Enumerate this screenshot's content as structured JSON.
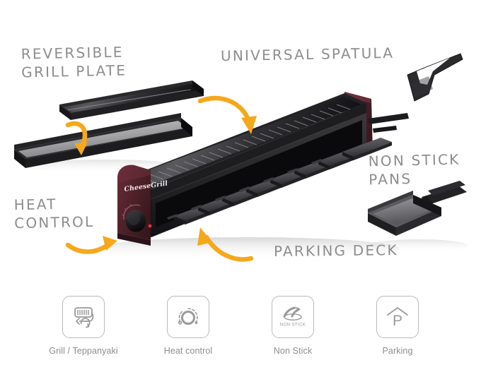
{
  "product": {
    "brand": "CheeseGrill",
    "accent_orange": "#F5A81C",
    "body_maroon": "#4f2129",
    "label_gray": "#8d8d8d",
    "indicator_red": "#d4202a"
  },
  "callouts": [
    {
      "id": "reversible",
      "text": "Reversible\nGrill Plate"
    },
    {
      "id": "spatula",
      "text": "Universal Spatula"
    },
    {
      "id": "nonstick",
      "text": "Non Stick\nPans"
    },
    {
      "id": "heat",
      "text": "Heat\nControl"
    },
    {
      "id": "parking",
      "text": "Parking Deck"
    }
  ],
  "features": [
    {
      "icon": "grill-teppanyaki-icon",
      "label": "Grill / Teppanyaki"
    },
    {
      "icon": "heat-control-dial-icon",
      "label": "Heat control"
    },
    {
      "icon": "non-stick-pan-icon",
      "label": "Non Stick",
      "badge": "NON STICK"
    },
    {
      "icon": "parking-house-icon",
      "label": "Parking",
      "glyph": "P"
    }
  ]
}
